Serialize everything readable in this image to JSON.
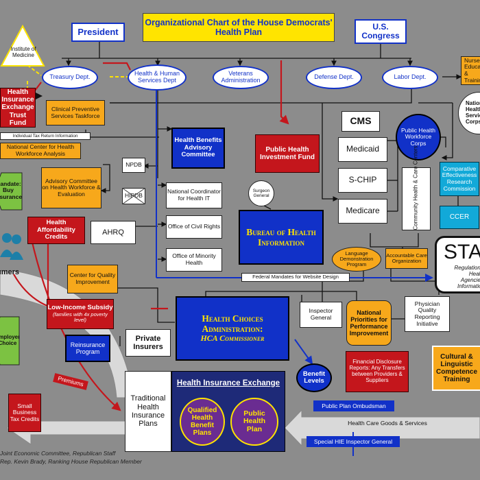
{
  "title": "Organizational Chart of the House Democrats' Health Plan",
  "colors": {
    "red": "#c4161c",
    "blue": "#1131c8",
    "orange": "#f7a81b",
    "yellow": "#ffe400",
    "green": "#7cc242",
    "purple": "#6a2c91",
    "cyan": "#12a9d8",
    "gray": "#8c8c8c"
  },
  "top": {
    "president": "President",
    "congress": "U.S. Congress",
    "institute": "Institute of Medicine"
  },
  "departments": {
    "treasury": "Treasury Dept.",
    "hhs": "Health & Human Services Dept",
    "veterans": "Veterans Administration",
    "defense": "Defense Dept.",
    "labor": "Labor Dept."
  },
  "left": {
    "trust_fund": "Health Insurance Exchange Trust Fund",
    "clinical": "Clinical Preventive Services Taskforce",
    "tax_info": "Individual Tax Return Information",
    "workforce_center": "National Center for Health Workforce Analysis",
    "mandate": "Mandate: Buy Insurance",
    "advisory_workforce": "Advisory Committee on Health Workforce & Evaluation",
    "affordability": "Health Affordability Credits",
    "consumers": "Consumers",
    "ahrq": "AHRQ",
    "quality_center": "Center for Quality Improvement",
    "low_income_title": "Low-Income Subsidy",
    "low_income_note": "(families with 4x poverty level)",
    "reinsurance": "Reinsurance Program",
    "premiums": "Premiums",
    "small_biz": "Small Business Tax Credits",
    "green_bottom": "Employer Choice"
  },
  "center": {
    "benefits_committee": "Health Benefits Advisory Committee",
    "npdb": "NPDB",
    "hipdb": "HIPDB",
    "coordinator": "National Coordinator for Health IT",
    "civil_rights": "Office of Civil Rights",
    "minority_health": "Office of Minority Health",
    "public_health_fund": "Public Health Investment Fund",
    "surgeon_general": "Surgeon General",
    "bureau": "Bureau of Health Information",
    "federal_mandates": "Federal Mandates for Website Design",
    "hca_title": "Health Choices Administration:",
    "hca_sub": "HCA Commissioner",
    "private_insurers": "Private Insurers",
    "traditional_plans": "Traditional Health Insurance Plans",
    "exchange": "Health Insurance Exchange",
    "qualified_plans": "Qualified Health Benefit Plans",
    "public_plan": "Public Health Plan",
    "benefit_levels": "Benefit Levels",
    "inspector_general": "Inspector General",
    "ombudsman": "Public Plan Ombudsman",
    "goods_services": "Health Care Goods & Services",
    "special_inspector": "Special HIE Inspector General"
  },
  "right": {
    "cms": "CMS",
    "medicaid": "Medicaid",
    "schip": "S-CHIP",
    "medicare": "Medicare",
    "workforce_corps": "Public Health Workforce Corps",
    "community_centers": "Community Health & Care Centers",
    "nurse_ed": "Nurse Education & Training",
    "national_service": "National Health Service Corps",
    "comparative": "Comparative Effectiveness Research Commission",
    "ccer": "CCER",
    "language": "Language Demonstration Program",
    "accountable": "Accountable Care Organization",
    "state_title": "STATES",
    "state_sub": "Regulations, Health Agencies, Information",
    "national_priorities": "National Priorities for Performance Improvement",
    "physician_quality": "Physician Quality Reporting Initiative",
    "cultural": "Cultural & Linguistic Competence Training",
    "financial_disclosure": "Financial Disclosure Reports: Any Transfers between Providers & Suppliers"
  },
  "credits": {
    "line1": "Joint Economic Committee, Republican Staff",
    "line2": "Rep. Kevin Brady, Ranking House Republican Member"
  }
}
